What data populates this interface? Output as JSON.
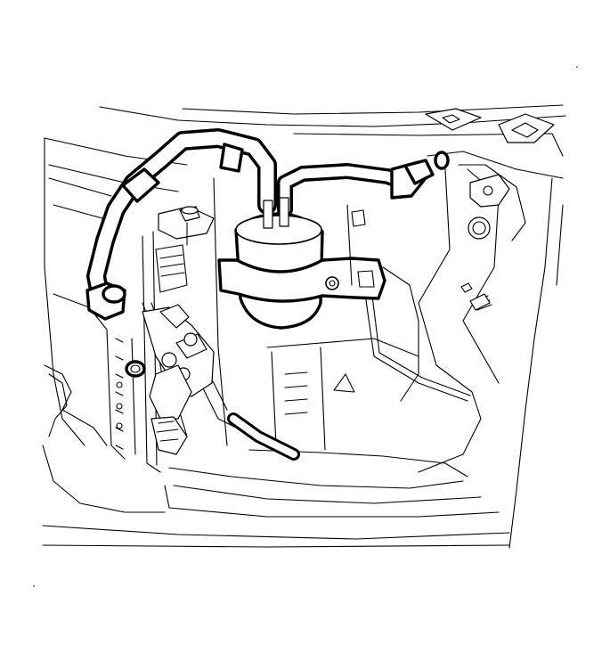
{
  "diagram": {
    "kind": "line-art technical illustration",
    "subject_components": [
      "accumulator",
      "accumulator-bracket",
      "ac-hoses",
      "fittings",
      "radiator-core-support",
      "inner-fender"
    ],
    "highlight_style": "bold outline",
    "colors": {
      "line": "#000000",
      "background": "#ffffff"
    }
  }
}
